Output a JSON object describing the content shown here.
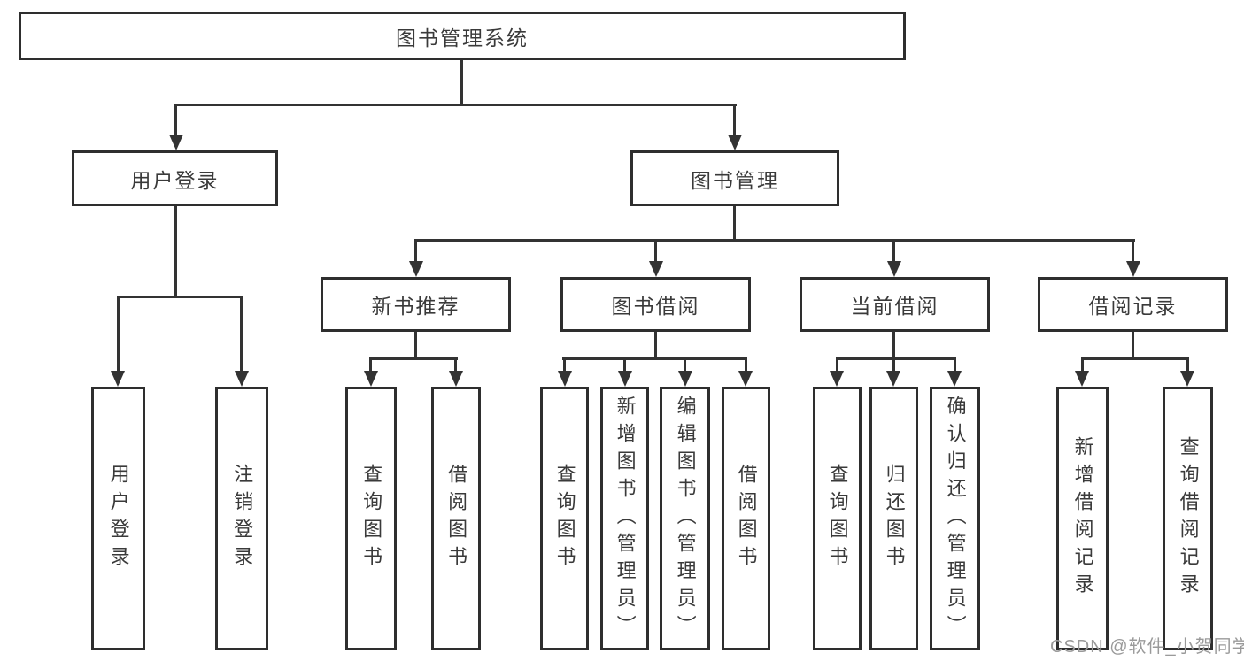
{
  "diagram_type": "hierarchy-tree",
  "colors": {
    "background": "#ffffff",
    "line": "#333333",
    "box_border": "#2e2e2e",
    "text": "#3a3a3a",
    "watermark": "#9a9a9a"
  },
  "tree": {
    "root": {
      "label": "图书管理系统"
    },
    "user_login": {
      "label": "用户登录",
      "children": [
        {
          "label": "用户登录"
        },
        {
          "label": "注销登录"
        }
      ]
    },
    "book_management": {
      "label": "图书管理",
      "sections": [
        {
          "label": "新书推荐",
          "children": [
            {
              "label": "查询图书"
            },
            {
              "label": "借阅图书"
            }
          ]
        },
        {
          "label": "图书借阅",
          "children": [
            {
              "label": "查询图书"
            },
            {
              "label": "新增图书（管理员）"
            },
            {
              "label": "编辑图书（管理员）"
            },
            {
              "label": "借阅图书"
            }
          ]
        },
        {
          "label": "当前借阅",
          "children": [
            {
              "label": "查询图书"
            },
            {
              "label": "归还图书"
            },
            {
              "label": "确认归还（管理员）"
            }
          ]
        },
        {
          "label": "借阅记录",
          "children": [
            {
              "label": "新增借阅记录"
            },
            {
              "label": "查询借阅记录"
            }
          ]
        }
      ]
    }
  },
  "watermark": {
    "text": "CSDN @软件_小贺同学"
  }
}
